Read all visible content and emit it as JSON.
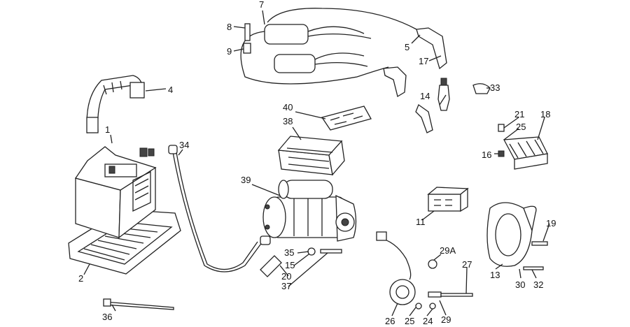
{
  "diagram": {
    "callouts": [
      "1",
      "2",
      "4",
      "5",
      "7",
      "8",
      "9",
      "11",
      "13",
      "14",
      "15",
      "16",
      "17",
      "18",
      "19",
      "20",
      "21",
      "24",
      "25",
      "25",
      "26",
      "27",
      "29",
      "29A",
      "30",
      "32",
      "33",
      "34",
      "35",
      "36",
      "37",
      "38",
      "39",
      "40"
    ]
  }
}
